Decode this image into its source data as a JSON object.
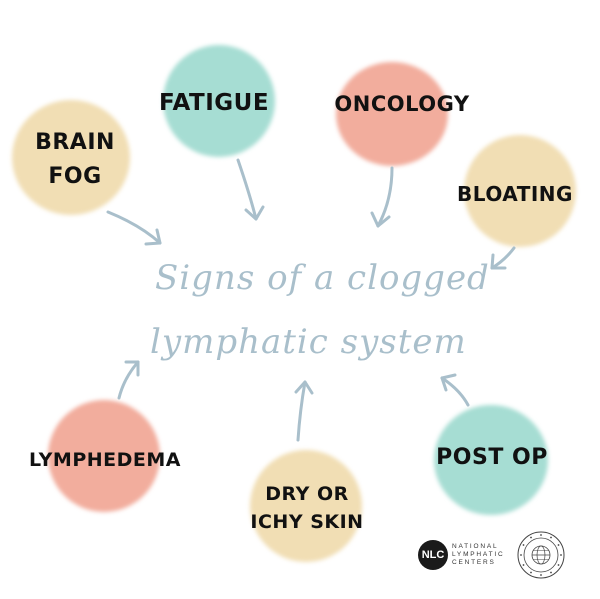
{
  "title": {
    "line1": "Signs of a clogged",
    "line2": "lymphatic system"
  },
  "signs": [
    {
      "id": "brain-fog",
      "lines": [
        "BRAIN",
        "FOG"
      ],
      "color": "#f1deb4"
    },
    {
      "id": "fatigue",
      "lines": [
        "FATIGUE"
      ],
      "color": "#a6ddd3"
    },
    {
      "id": "oncology",
      "lines": [
        "ONCOLOGY"
      ],
      "color": "#f2ad9d"
    },
    {
      "id": "bloating",
      "lines": [
        "BLOATING"
      ],
      "color": "#f1deb4"
    },
    {
      "id": "lymphedema",
      "lines": [
        "LYMPHEDEMA"
      ],
      "color": "#f2ad9d"
    },
    {
      "id": "dry-skin",
      "lines": [
        "DRY OR",
        "ICHY SKIN"
      ],
      "color": "#f1deb4"
    },
    {
      "id": "post-op",
      "lines": [
        "POST OP"
      ],
      "color": "#a6ddd3"
    }
  ],
  "logos": {
    "nlc_mark": "NLC",
    "nlc_name_lines": [
      "NATIONAL",
      "LYMPHATIC",
      "CENTERS"
    ]
  },
  "colors": {
    "arrow": "#a9bfcb",
    "title": "#a9bfcb"
  }
}
